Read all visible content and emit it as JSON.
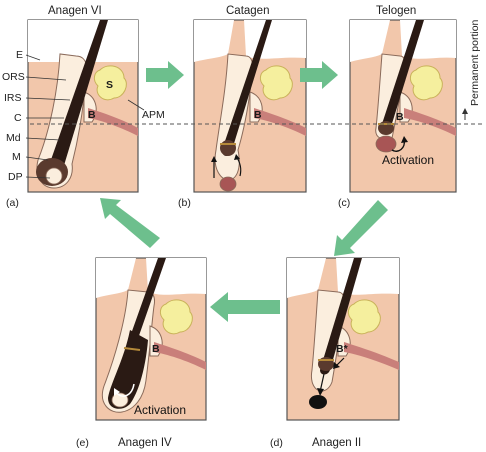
{
  "panels": {
    "a": {
      "letter": "(a)",
      "title": "Anagen VI"
    },
    "b": {
      "letter": "(b)",
      "title": "Catagen"
    },
    "c": {
      "letter": "(c)",
      "title": "Telogen"
    },
    "d": {
      "letter": "(d)",
      "title": "Anagen II"
    },
    "e": {
      "letter": "(e)",
      "title": "Anagen IV"
    }
  },
  "structure_labels": {
    "E": "E",
    "ORS": "ORS",
    "IRS": "IRS",
    "C": "C",
    "Md": "Md",
    "M": "M",
    "DP": "DP",
    "S": "S",
    "B": "B",
    "B_star": "B*",
    "APM": "APM"
  },
  "activation_label": "Activation",
  "permanent_portion_label": "Permanent portion",
  "colors": {
    "skin": "#f2c7ab",
    "panel_border": "#555555",
    "sheath": "#fbeede",
    "hair_shaft": "#5a3a2e",
    "hair_dark": "#2a1a14",
    "gland": "#f5ef9e",
    "muscle": "#c97f7a",
    "papilla": "#8e3c3c",
    "arrow": "#6dbf8d",
    "dashed_line": "#555555"
  }
}
